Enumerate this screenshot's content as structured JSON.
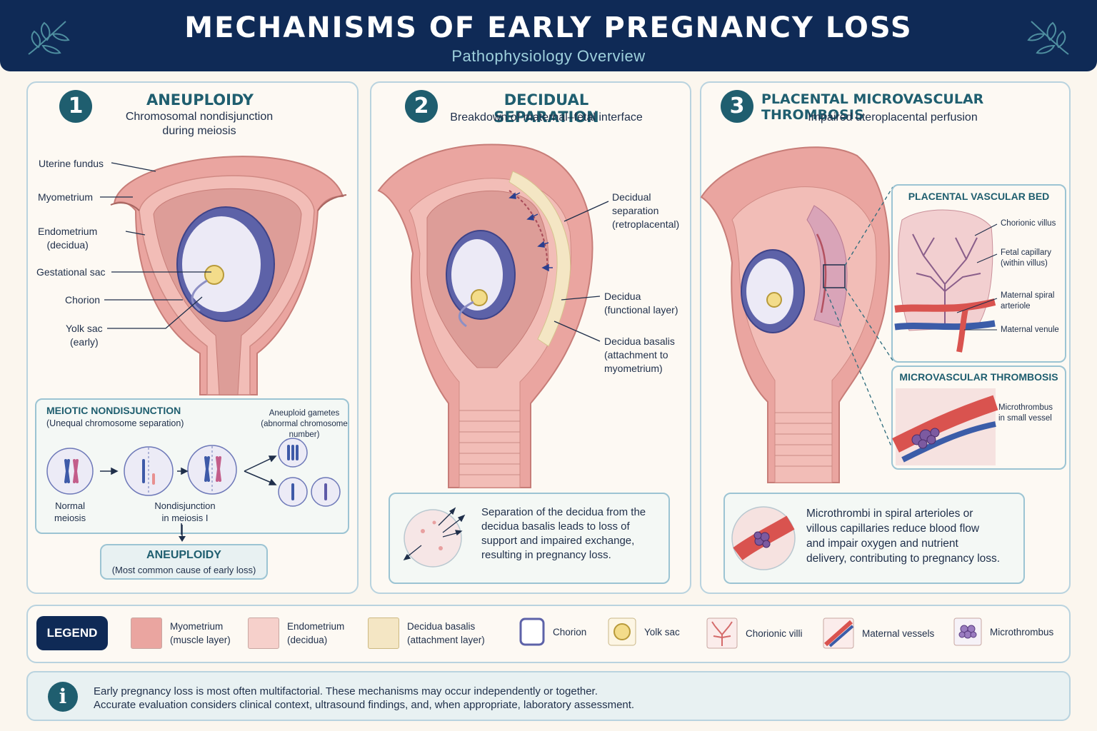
{
  "header": {
    "title": "MECHANISMS OF EARLY PREGNANCY LOSS",
    "subtitle": "Pathophysiology Overview",
    "decor_icon": "leaf-sprig-icon"
  },
  "colors": {
    "header_bg": "#0f2a56",
    "accent_teal": "#1f5e6f",
    "myometrium": "#eaa5a0",
    "endometrium": "#f6d0cb",
    "decidua_basalis": "#f4e6c4",
    "chorion": "#5d62a8",
    "yolk_sac": "#f3dc8a"
  },
  "panel1": {
    "number": "1",
    "title": "ANEUPLOIDY",
    "subtitle_line1": "Chromosomal nondisjunction",
    "subtitle_line2": "during meiosis",
    "labels": {
      "fundus": "Uterine fundus",
      "myometrium": "Myometrium",
      "endometrium_1": "Endometrium",
      "endometrium_2": "(decidua)",
      "gestational_sac": "Gestational sac",
      "chorion": "Chorion",
      "yolk_sac_1": "Yolk sac",
      "yolk_sac_2": "(early)"
    },
    "meiosis_box": {
      "title": "MEIOTIC NONDISJUNCTION",
      "subtitle": "(Unequal chromosome separation)",
      "gametes_1": "Aneuploid gametes",
      "gametes_2": "(abnormal chromosome",
      "gametes_3": "number)",
      "normal_1": "Normal",
      "normal_2": "meiosis",
      "nondis_1": "Nondisjunction",
      "nondis_2": "in meiosis I"
    },
    "result": {
      "title": "ANEUPLOIDY",
      "subtitle": "(Most common cause of early loss)"
    }
  },
  "panel2": {
    "number": "2",
    "title": "DECIDUAL SEPARATION",
    "subtitle": "Breakdown of maternal–fetal interface",
    "labels": {
      "sep_1": "Decidual",
      "sep_2": "separation",
      "sep_3": "(retroplacental)",
      "dec_1": "Decidua",
      "dec_2": "(functional layer)",
      "bas_1": "Decidua basalis",
      "bas_2": "(attachment to",
      "bas_3": "myometrium)"
    },
    "note": {
      "line1": "Separation of the decidua from the",
      "line2": "decidua basalis leads to loss of",
      "line3": "support and impaired exchange,",
      "line4": "resulting in pregnancy loss."
    }
  },
  "panel3": {
    "number": "3",
    "title": "PLACENTAL MICROVASCULAR THROMBOSIS",
    "subtitle": "Impaired uteroplacental perfusion",
    "vascular_bed": {
      "title": "PLACENTAL VASCULAR BED",
      "villus": "Chorionic villus",
      "capillary_1": "Fetal capillary",
      "capillary_2": "(within villus)",
      "spiral_1": "Maternal spiral",
      "spiral_2": "arteriole",
      "venule": "Maternal venule"
    },
    "thrombosis": {
      "title": "MICROVASCULAR THROMBOSIS",
      "micro_1": "Microthrombus",
      "micro_2": "in small vessel"
    },
    "note": {
      "line1": "Microthrombi in spiral arterioles or",
      "line2": "villous capillaries reduce blood flow",
      "line3": "and impair oxygen and nutrient",
      "line4": "delivery, contributing to pregnancy loss."
    }
  },
  "legend": {
    "tag": "LEGEND",
    "items": [
      {
        "l1": "Myometrium",
        "l2": "(muscle layer)",
        "icon": "myometrium-swatch"
      },
      {
        "l1": "Endometrium",
        "l2": "(decidua)",
        "icon": "endometrium-swatch"
      },
      {
        "l1": "Decidua basalis",
        "l2": "(attachment layer)",
        "icon": "decidua-basalis-swatch"
      },
      {
        "l1": "Chorion",
        "l2": "",
        "icon": "chorion-icon"
      },
      {
        "l1": "Yolk sac",
        "l2": "",
        "icon": "yolk-sac-icon"
      },
      {
        "l1": "Chorionic villi",
        "l2": "",
        "icon": "chorionic-villi-icon"
      },
      {
        "l1": "Maternal vessels",
        "l2": "",
        "icon": "maternal-vessels-icon"
      },
      {
        "l1": "Microthrombus",
        "l2": "",
        "icon": "microthrombus-icon"
      }
    ]
  },
  "info": {
    "icon": "info-icon",
    "line1": "Early pregnancy loss is most often multifactorial. These mechanisms may occur independently or together.",
    "line2": "Accurate evaluation considers clinical context, ultrasound findings, and, when appropriate, laboratory assessment."
  }
}
